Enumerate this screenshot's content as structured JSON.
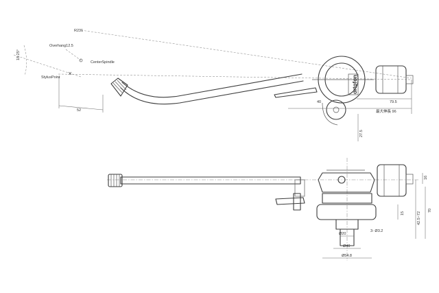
{
  "top_view": {
    "radius_label": "R231",
    "overhang_label": "Overhang12.5",
    "center_spindle_label": "CenterSpindle",
    "stylus_point_label": "StylusPoint",
    "angle_label": "18.25°",
    "stylus_offset_label": "52",
    "brand_label": "ortofon",
    "pivot_offset_label": "40",
    "base_length_label": "79.5",
    "max_length_label": "最大伸長 96",
    "base_height_label": "27.5"
  },
  "side_view": {
    "dim_16": "16",
    "dim_42_72": "42.5~72",
    "dim_70": "70",
    "dim_15": "15",
    "dim_phi_32": "3- Ø3.2",
    "dim_phi_20": "Ø20",
    "dim_phi_40": "Ø40",
    "dim_phi_54_8": "Ø54.8"
  }
}
